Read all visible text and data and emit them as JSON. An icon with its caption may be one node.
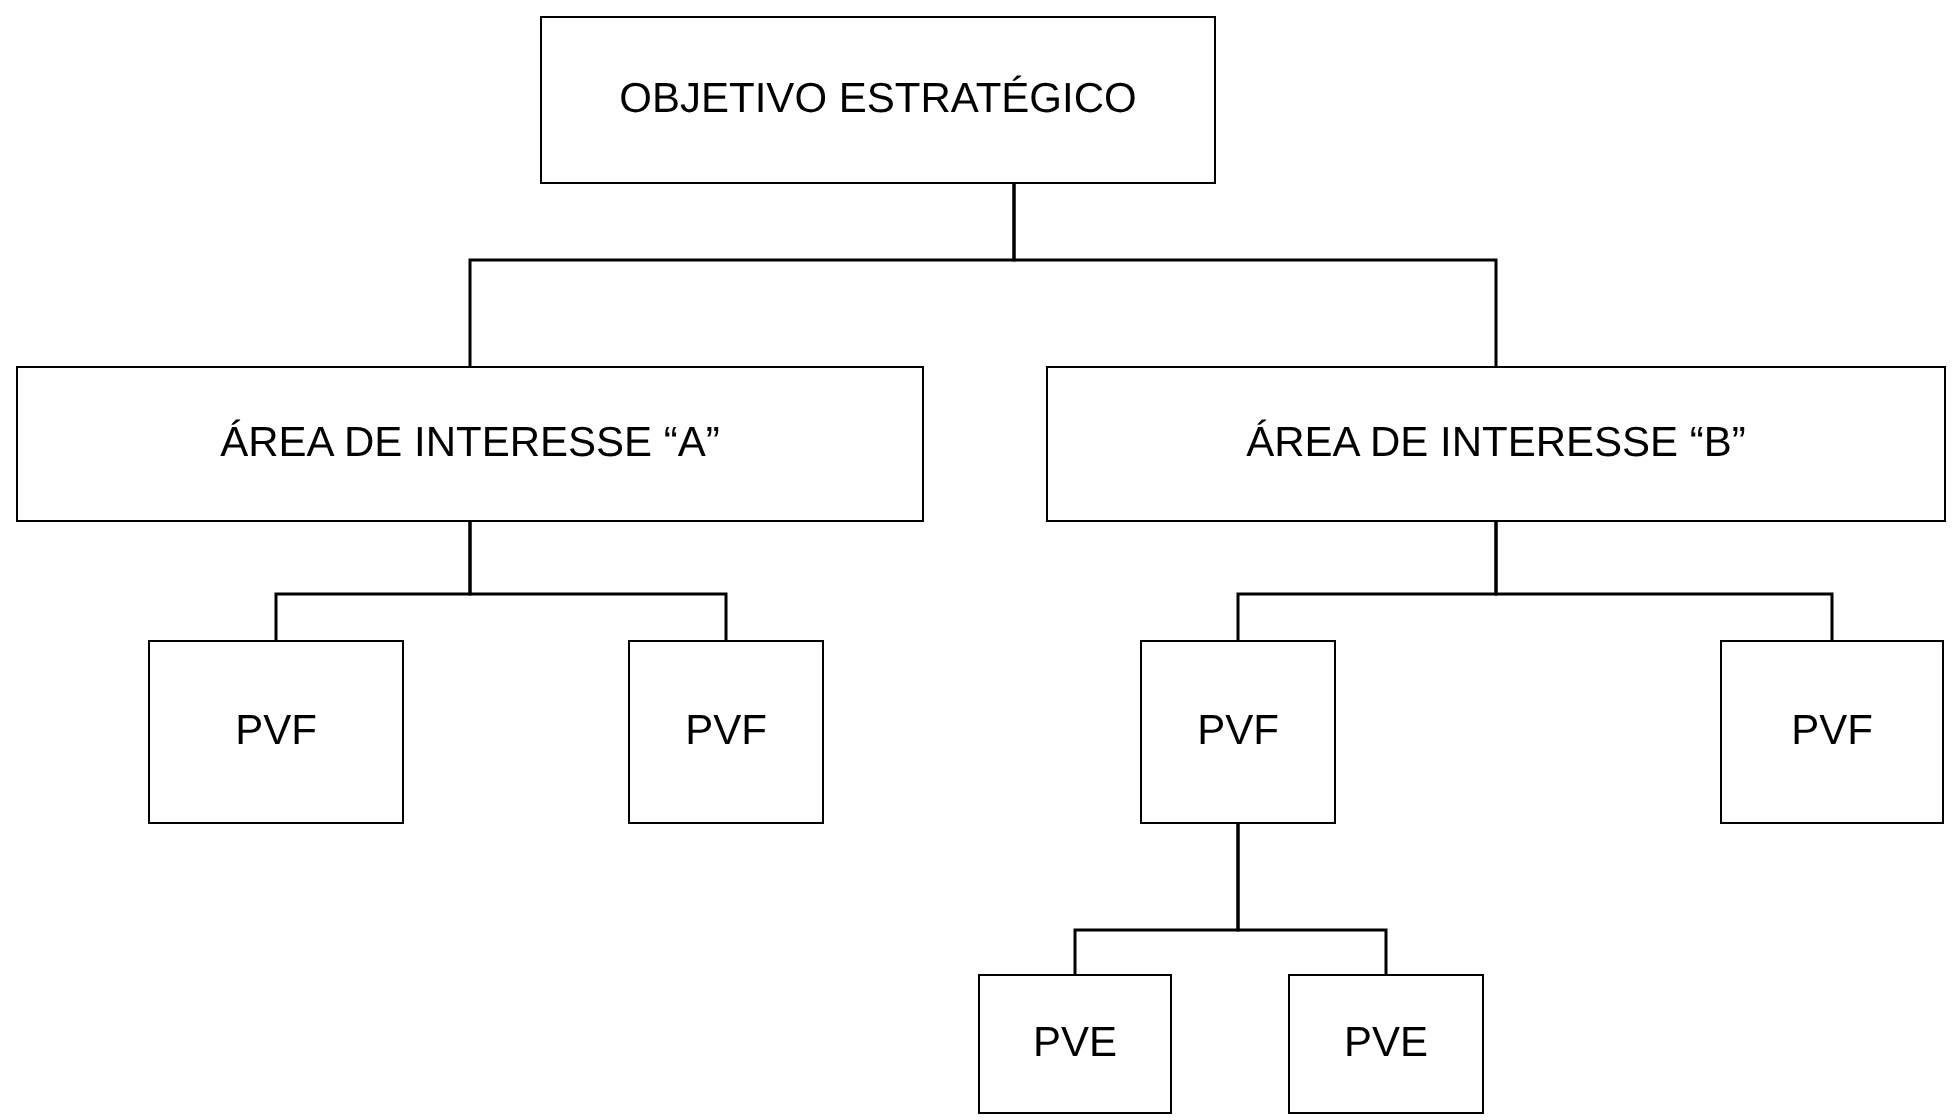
{
  "diagram": {
    "nodes": [
      {
        "text": [
          "OBJETIVO ESTRATÉGICO"
        ]
      },
      {
        "text": [
          "ÁREA DE INTERESSE “A”"
        ]
      },
      {
        "text": [
          "ÁREA DE INTERESSE “B”"
        ]
      },
      {
        "text": [
          "PVF"
        ]
      },
      {
        "text": [
          "PVF"
        ]
      },
      {
        "text": [
          "PVF"
        ]
      },
      {
        "text": [
          "PVF"
        ]
      },
      {
        "text": [
          "PVE"
        ]
      },
      {
        "text": [
          "PVE"
        ]
      }
    ],
    "edges": [
      {
        "from": 0,
        "to": 1,
        "arrow": "none"
      },
      {
        "from": 0,
        "to": 2,
        "arrow": "none"
      },
      {
        "from": 1,
        "to": 3,
        "arrow": "none"
      },
      {
        "from": 1,
        "to": 4,
        "arrow": "none"
      },
      {
        "from": 2,
        "to": 5,
        "arrow": "none"
      },
      {
        "from": 2,
        "to": 6,
        "arrow": "none"
      },
      {
        "from": 5,
        "to": 7,
        "arrow": "none"
      },
      {
        "from": 5,
        "to": 8,
        "arrow": "none"
      }
    ]
  }
}
